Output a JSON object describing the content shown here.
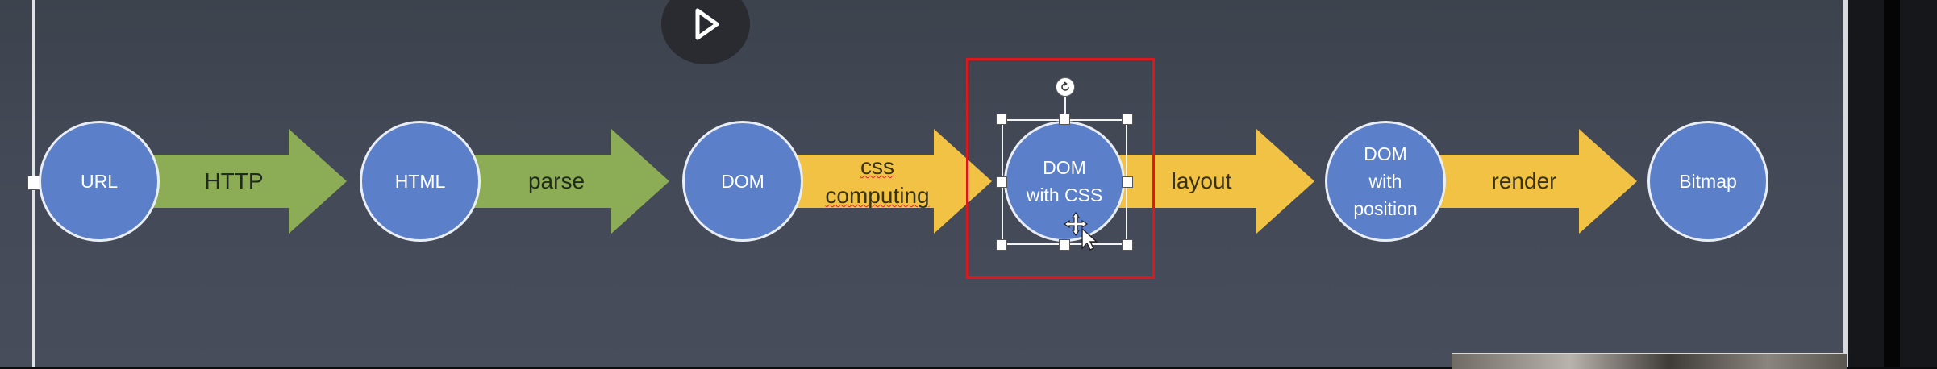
{
  "diagram": {
    "nodes": [
      {
        "id": "url",
        "label": "URL"
      },
      {
        "id": "html",
        "label": "HTML"
      },
      {
        "id": "dom",
        "label": "DOM"
      },
      {
        "id": "dom-css",
        "label": "DOM\nwith CSS"
      },
      {
        "id": "dom-position",
        "label": "DOM\nwith\nposition"
      },
      {
        "id": "bitmap",
        "label": "Bitmap"
      }
    ],
    "arrows": [
      {
        "label": "HTTP",
        "color": "#8cad55"
      },
      {
        "label": "parse",
        "color": "#8cad55"
      },
      {
        "label": "css\ncomputing",
        "color": "#f1c243"
      },
      {
        "label": "layout",
        "color": "#f1c243"
      },
      {
        "label": "render",
        "color": "#f1c243"
      }
    ],
    "selected_node": "dom-css"
  },
  "colors": {
    "node_fill": "#5b7fc8",
    "highlight": "#e0161b"
  },
  "icons": {
    "play": "play-icon",
    "rotate": "rotate-handle-icon",
    "move": "move-cursor-icon"
  }
}
